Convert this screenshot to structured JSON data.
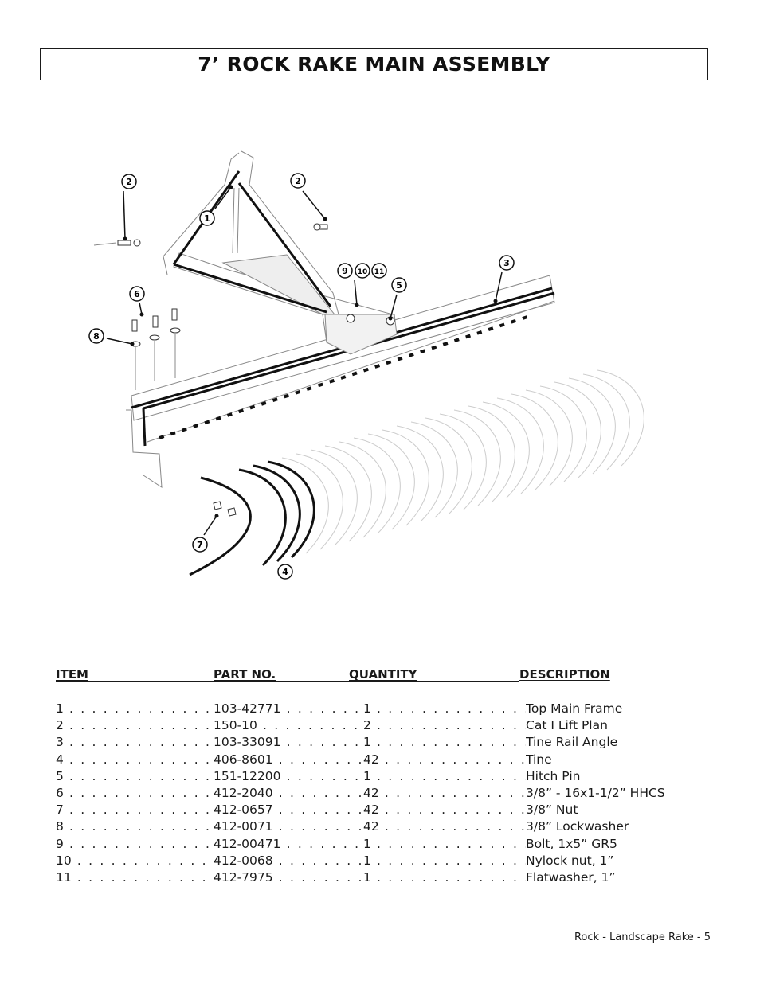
{
  "page_title": "7’ ROCK RAKE MAIN ASSEMBLY",
  "callouts": [
    "1",
    "2",
    "2",
    "3",
    "4",
    "5",
    "6",
    "7",
    "8",
    "9",
    "10",
    "11"
  ],
  "table": {
    "headers": {
      "item": "ITEM",
      "part_no": "PART NO.",
      "quantity": "QUANTITY",
      "description": "DESCRIPTION"
    },
    "rows": [
      {
        "item": "1",
        "part_no": "103-42771",
        "quantity": "1",
        "description": "Top Main Frame"
      },
      {
        "item": "2",
        "part_no": "150-10",
        "quantity": "2",
        "description": "Cat I Lift Plan"
      },
      {
        "item": "3",
        "part_no": "103-33091",
        "quantity": "1",
        "description": "Tine Rail Angle"
      },
      {
        "item": "4",
        "part_no": "406-8601",
        "quantity": "42",
        "description": "Tine"
      },
      {
        "item": "5",
        "part_no": "151-12200",
        "quantity": "1",
        "description": "Hitch Pin"
      },
      {
        "item": "6",
        "part_no": "412-2040",
        "quantity": "42",
        "description": "3/8” - 16x1-1/2” HHCS"
      },
      {
        "item": "7",
        "part_no": "412-0657",
        "quantity": "42",
        "description": "3/8” Nut"
      },
      {
        "item": "8",
        "part_no": "412-0071",
        "quantity": "42",
        "description": "3/8” Lockwasher"
      },
      {
        "item": "9",
        "part_no": "412-00471",
        "quantity": "1",
        "description": "Bolt, 1x5” GR5"
      },
      {
        "item": "10",
        "part_no": "412-0068",
        "quantity": "1",
        "description": "Nylock nut, 1”"
      },
      {
        "item": "11",
        "part_no": "412-7975",
        "quantity": "1",
        "description": "Flatwasher, 1”"
      }
    ]
  },
  "footer": "Rock - Landscape Rake - 5"
}
